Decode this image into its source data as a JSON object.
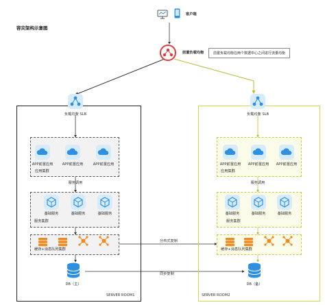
{
  "title": "容灾架构示意图",
  "client": {
    "label": "客户端",
    "icons": [
      "monitor-icon",
      "phone-icon"
    ]
  },
  "front_lb": {
    "label": "前置负载均衡",
    "note": "前置负载均衡在两个数据中心之间进行流量均衡",
    "icon": "network-router-icon"
  },
  "rooms": [
    {
      "name": "SERVER ROOM1",
      "slb": "负载均衡 SLB",
      "app_items": [
        "APP前置应用",
        "APP前置应用",
        "APP前置应用"
      ],
      "app_group": "应用集群",
      "service_call": "服务调用",
      "base_items": [
        "基础服务",
        "基础服务",
        "基础服务"
      ],
      "base_group": "服务集群",
      "cache_group": "缓存+消息队列集群",
      "db": "DB（主）"
    },
    {
      "name": "SERVER ROOM2",
      "slb": "负载均衡 SLB",
      "app_items": [
        "APP前置应用",
        "APP前置应用",
        "APP前置应用"
      ],
      "app_group": "应用集群",
      "service_call": "服务调用",
      "base_items": [
        "基础服务",
        "基础服务",
        "基础服务"
      ],
      "base_group": "服务集群",
      "cache_group": "缓存+消息队列集群",
      "db": "DB（备）"
    }
  ],
  "links": {
    "distributed_copy": "分布式复制",
    "sync_copy": "同步复制"
  },
  "colors": {
    "room1_border": "#222222",
    "room2_border": "#d4d84a",
    "lb_red": "#e03a3a",
    "icon_blue": "#2f8fe0",
    "cache_orange": "#f08a1e"
  }
}
